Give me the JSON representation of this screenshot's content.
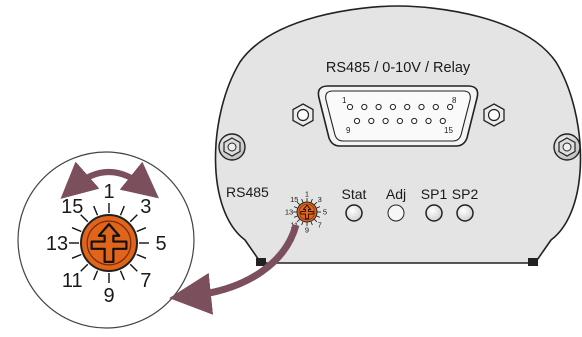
{
  "connector": {
    "title": "RS485 / 0-10V / Relay",
    "pins": {
      "p1": "1",
      "p8": "8",
      "p9": "9",
      "p15": "15"
    }
  },
  "labels": {
    "rs485": "RS485",
    "stat": "Stat",
    "adj": "Adj",
    "sp1": "SP1",
    "sp2": "SP2"
  },
  "small_dial_numbers": [
    "1",
    "3",
    "5",
    "7",
    "9",
    "11",
    "13",
    "15"
  ],
  "zoom_dial_numbers": [
    "1",
    "3",
    "5",
    "7",
    "9",
    "11",
    "13",
    "15"
  ],
  "colors": {
    "housing": "#e4e4e4",
    "outline": "#222222",
    "dial_orange": "#e0641a",
    "arrow": "#7b4f5c",
    "led": "#e8e8e8"
  }
}
